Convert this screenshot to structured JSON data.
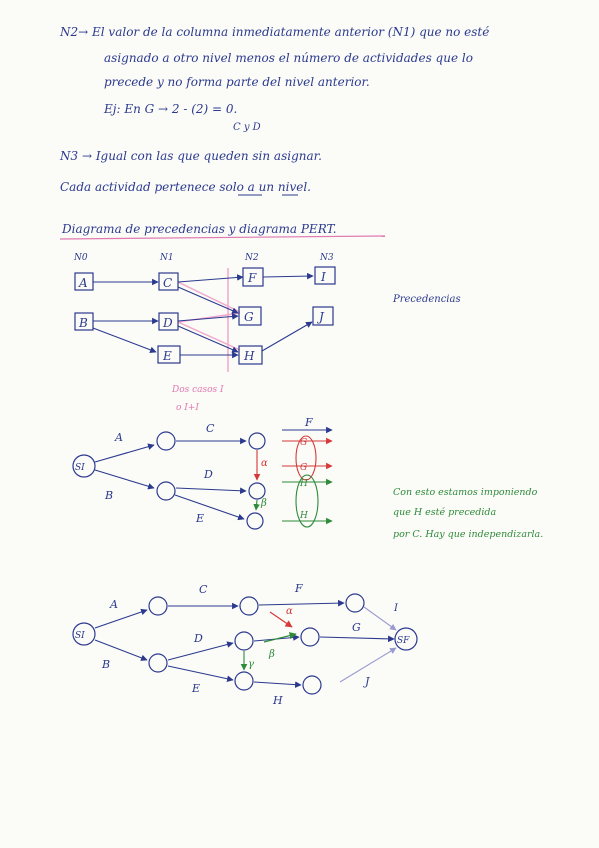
{
  "notes": {
    "n2_line1": "N2→ El valor de la columna inmediatamente anterior (N1) que no esté",
    "n2_line2": "asignado a otro nivel menos el número de actividades que lo",
    "n2_line3": "precede y no forma parte del nivel anterior.",
    "example": "Ej:   En G →   2 - (2) = 0.",
    "example_sub": "C y D",
    "n3": "N3 → Igual con las que queden sin asignar.",
    "rule": "Cada actividad pertenece solo a un nivel.",
    "section_title": "Diagrama de precedencias y diagrama PERT.",
    "precedencias": "Precedencias",
    "pink_note1": "Dos casos I",
    "pink_note2": "o I+I",
    "green_note1": "Con esto estamos imponiendo",
    "green_note2": "que H esté precedida",
    "green_note3": "por C. Hay que independizarla."
  },
  "levels": [
    "N0",
    "N1",
    "N2",
    "N3"
  ],
  "nodes": [
    "A",
    "B",
    "C",
    "D",
    "E",
    "F",
    "G",
    "H",
    "I",
    "J"
  ],
  "pert1": {
    "start": "SI",
    "labels": [
      "A",
      "B",
      "C",
      "D",
      "E",
      "F",
      "G",
      "G",
      "H",
      "H",
      "α",
      "β"
    ]
  },
  "pert2": {
    "start": "SI",
    "end": "SF",
    "labels": [
      "A",
      "B",
      "C",
      "D",
      "E",
      "F",
      "G",
      "H",
      "I",
      "J",
      "α",
      "β",
      "γ"
    ]
  },
  "colors": {
    "ink": "#2b3a8f",
    "red": "#d43a3a",
    "green": "#2e8b3a",
    "pink": "#e07ab0"
  }
}
